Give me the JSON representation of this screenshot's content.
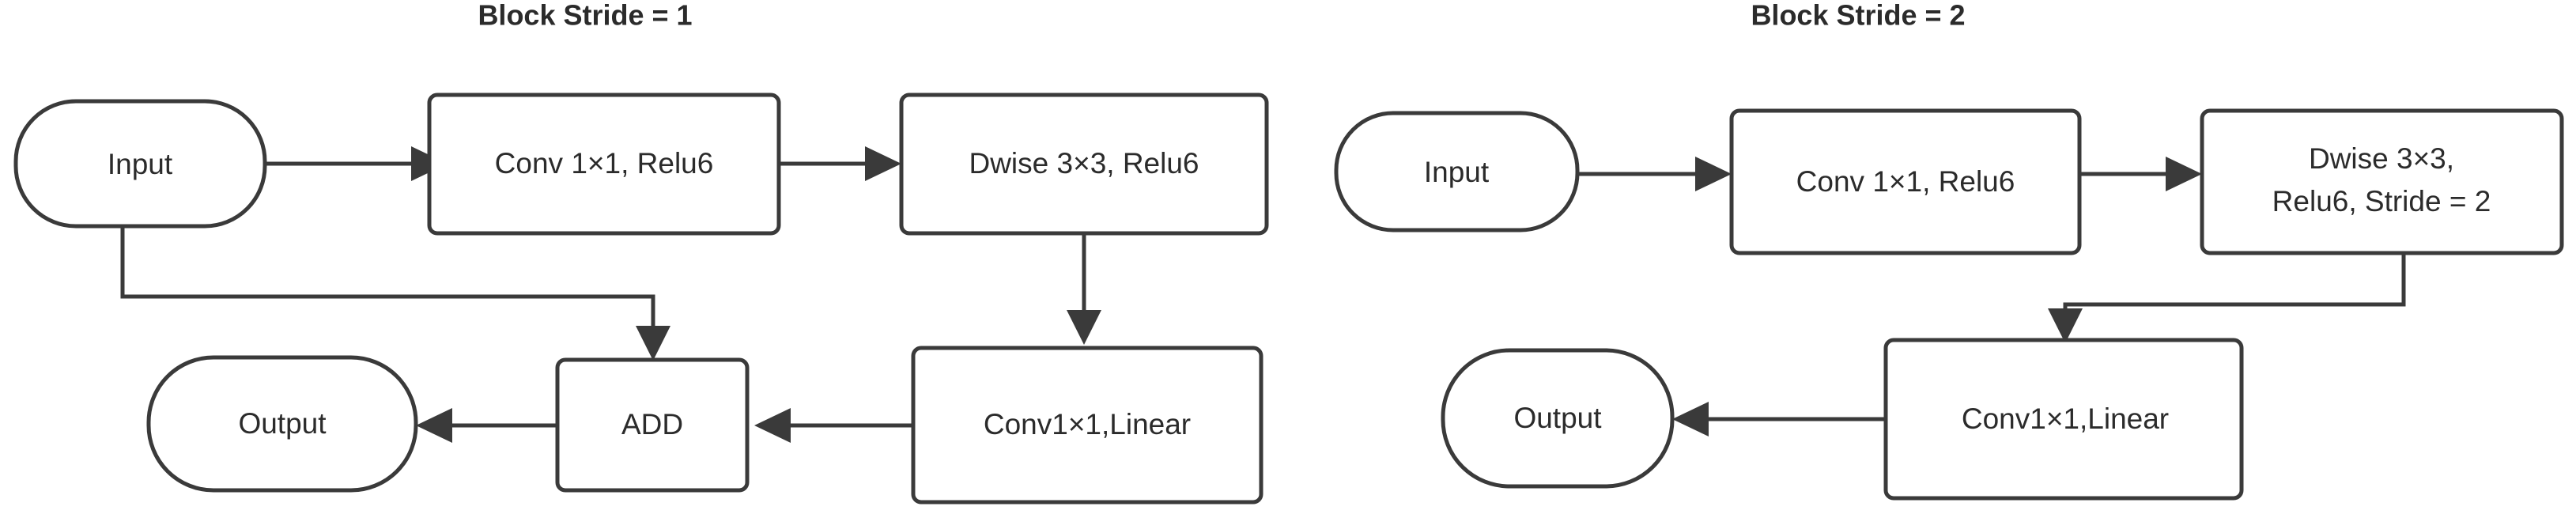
{
  "figure": {
    "background_color": "#ffffff",
    "stroke_color": "#3a3a3a",
    "text_color": "#2b2b2b"
  },
  "panels": [
    {
      "id": "block-stride-1",
      "title": "Block Stride = 1",
      "nodes": {
        "input": "Input",
        "conv_expand": "Conv 1×1, Relu6",
        "dwise": "Dwise 3×3, Relu6",
        "conv_project": "Conv1×1,Linear",
        "add": "ADD",
        "output": "Output"
      }
    },
    {
      "id": "block-stride-2",
      "title": "Block Stride = 2",
      "nodes": {
        "input": "Input",
        "conv_expand": "Conv 1×1, Relu6",
        "dwise_line1": "Dwise 3×3,",
        "dwise_line2": "Relu6, Stride = 2",
        "conv_project": "Conv1×1,Linear",
        "output": "Output"
      }
    }
  ]
}
